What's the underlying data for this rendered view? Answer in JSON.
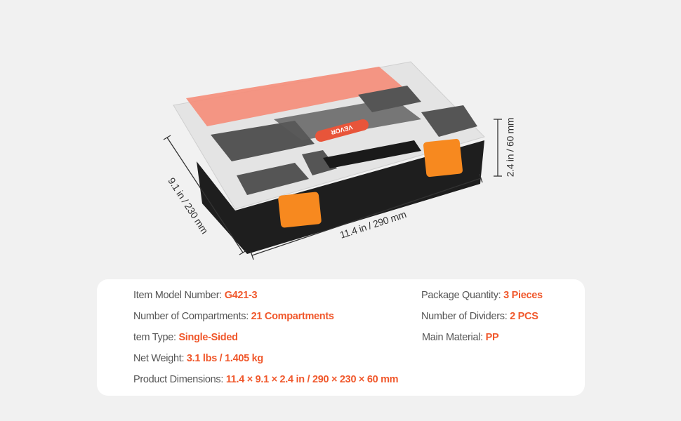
{
  "accent_color": "#f0582c",
  "product": {
    "brand_label": "VEVOR",
    "dimensions": {
      "depth": "9.1 in / 230 mm",
      "width": "11.4 in / 290 mm",
      "height": "2.4 in / 60 mm"
    }
  },
  "specs": {
    "left": [
      {
        "label": "Item Model Number: ",
        "value": "G421-3"
      },
      {
        "label": "Number of Compartments: ",
        "value": "21 Compartments"
      },
      {
        "label": "tem Type: ",
        "value": "Single-Sided"
      },
      {
        "label": "Net Weight: ",
        "value": "3.1 lbs / 1.405 kg"
      },
      {
        "label": "Product Dimensions: ",
        "value": "11.4 × 9.1 × 2.4 in / 290 × 230 × 60 mm"
      }
    ],
    "right": [
      {
        "label": "Package Quantity: ",
        "value": "3 Pieces"
      },
      {
        "label": "Number of Dividers: ",
        "value": "2 PCS"
      },
      {
        "label": "Main Material: ",
        "value": "PP"
      }
    ]
  }
}
